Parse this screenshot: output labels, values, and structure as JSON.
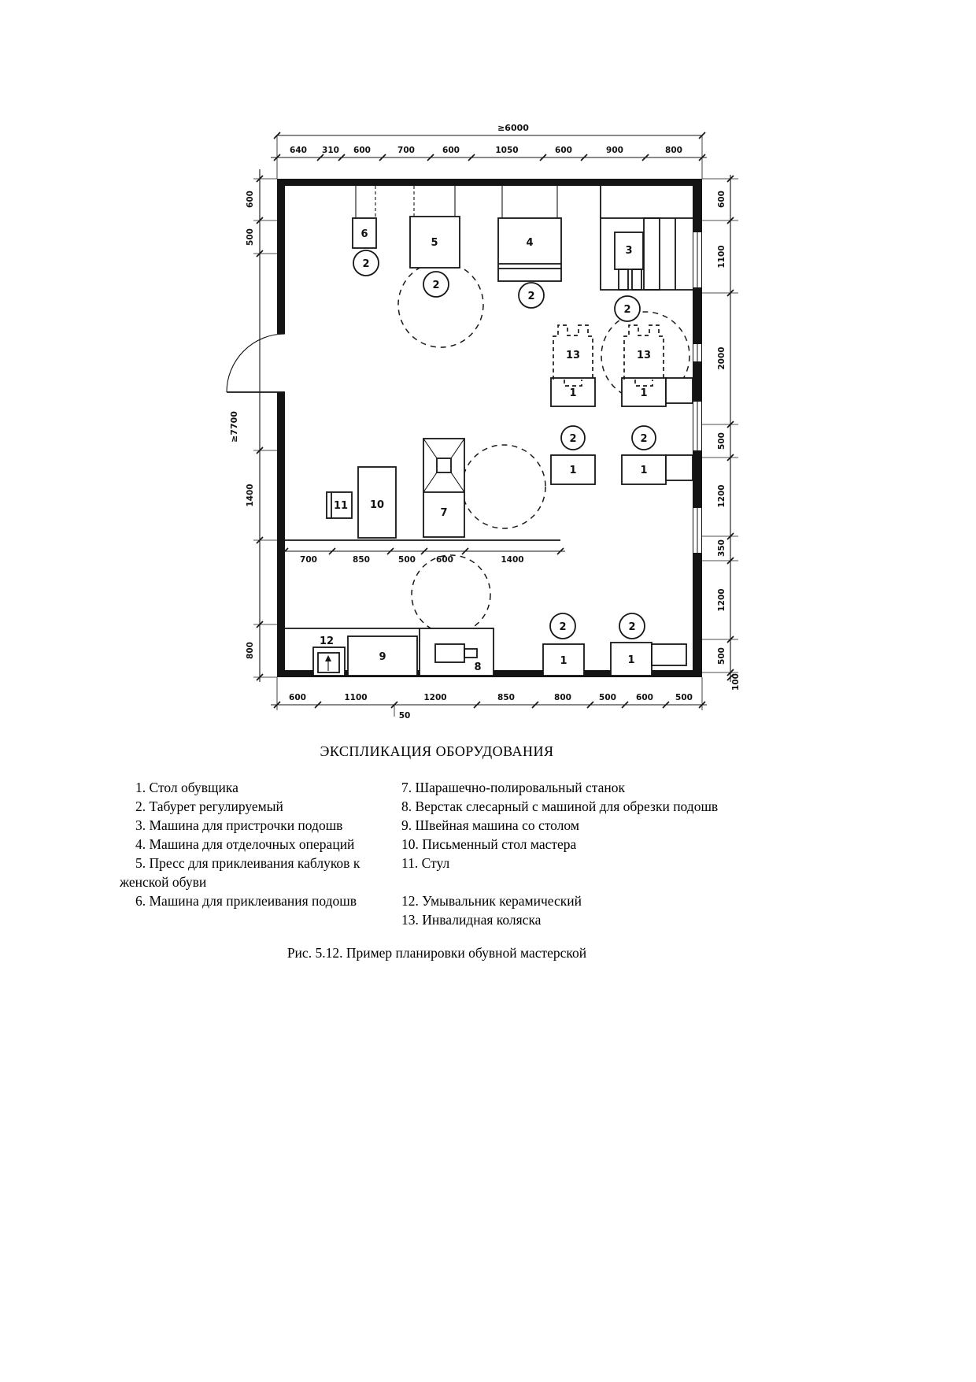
{
  "page": {
    "legend_title": "ЭКСПЛИКАЦИЯ ОБОРУДОВАНИЯ",
    "caption": "Рис. 5.12. Пример планировки обувной мастерской"
  },
  "legend": {
    "left": [
      "1. Стол обувщика",
      "2. Табурет регулируемый",
      "3. Машина для пристрочки подошв",
      "4. Машина для отделочных операций",
      "5. Пресс для приклеивания каблуков к женской обуви",
      "6. Машина для приклеивания подошв"
    ],
    "right": [
      "7. Шарашечно-полировальный станок",
      "8. Верстак слесарный с машиной для обрезки подошв",
      "9. Швейная машина со столом",
      "10. Письменный стол мастера",
      "11. Стул",
      "12. Умывальник керамический",
      "13. Инвалидная коляска"
    ]
  },
  "plan": {
    "equipment_numbers": {
      "table": "1",
      "stool": "2",
      "m3": "3",
      "m4": "4",
      "m5": "5",
      "m6": "6",
      "m7": "7",
      "m8": "8",
      "m9": "9",
      "m10": "10",
      "m11": "11",
      "m12": "12",
      "wheelchair": "13"
    },
    "dims": {
      "overall_width": "≥6000",
      "overall_height": "≥7700",
      "top": [
        "640",
        "310",
        "600",
        "700",
        "600",
        "1050",
        "600",
        "900",
        "800"
      ],
      "right": [
        "600",
        "1100",
        "2000",
        "500",
        "1200",
        "350",
        "1200",
        "500",
        "100"
      ],
      "bottom": [
        "600",
        "1100",
        "1200",
        "850",
        "800",
        "500",
        "600",
        "500"
      ],
      "bottom_offset": "50",
      "left_upper": [
        "600",
        "500"
      ],
      "left_lower": [
        "1400",
        "800"
      ],
      "interior": [
        "700",
        "850",
        "500",
        "600",
        "1400"
      ]
    }
  }
}
